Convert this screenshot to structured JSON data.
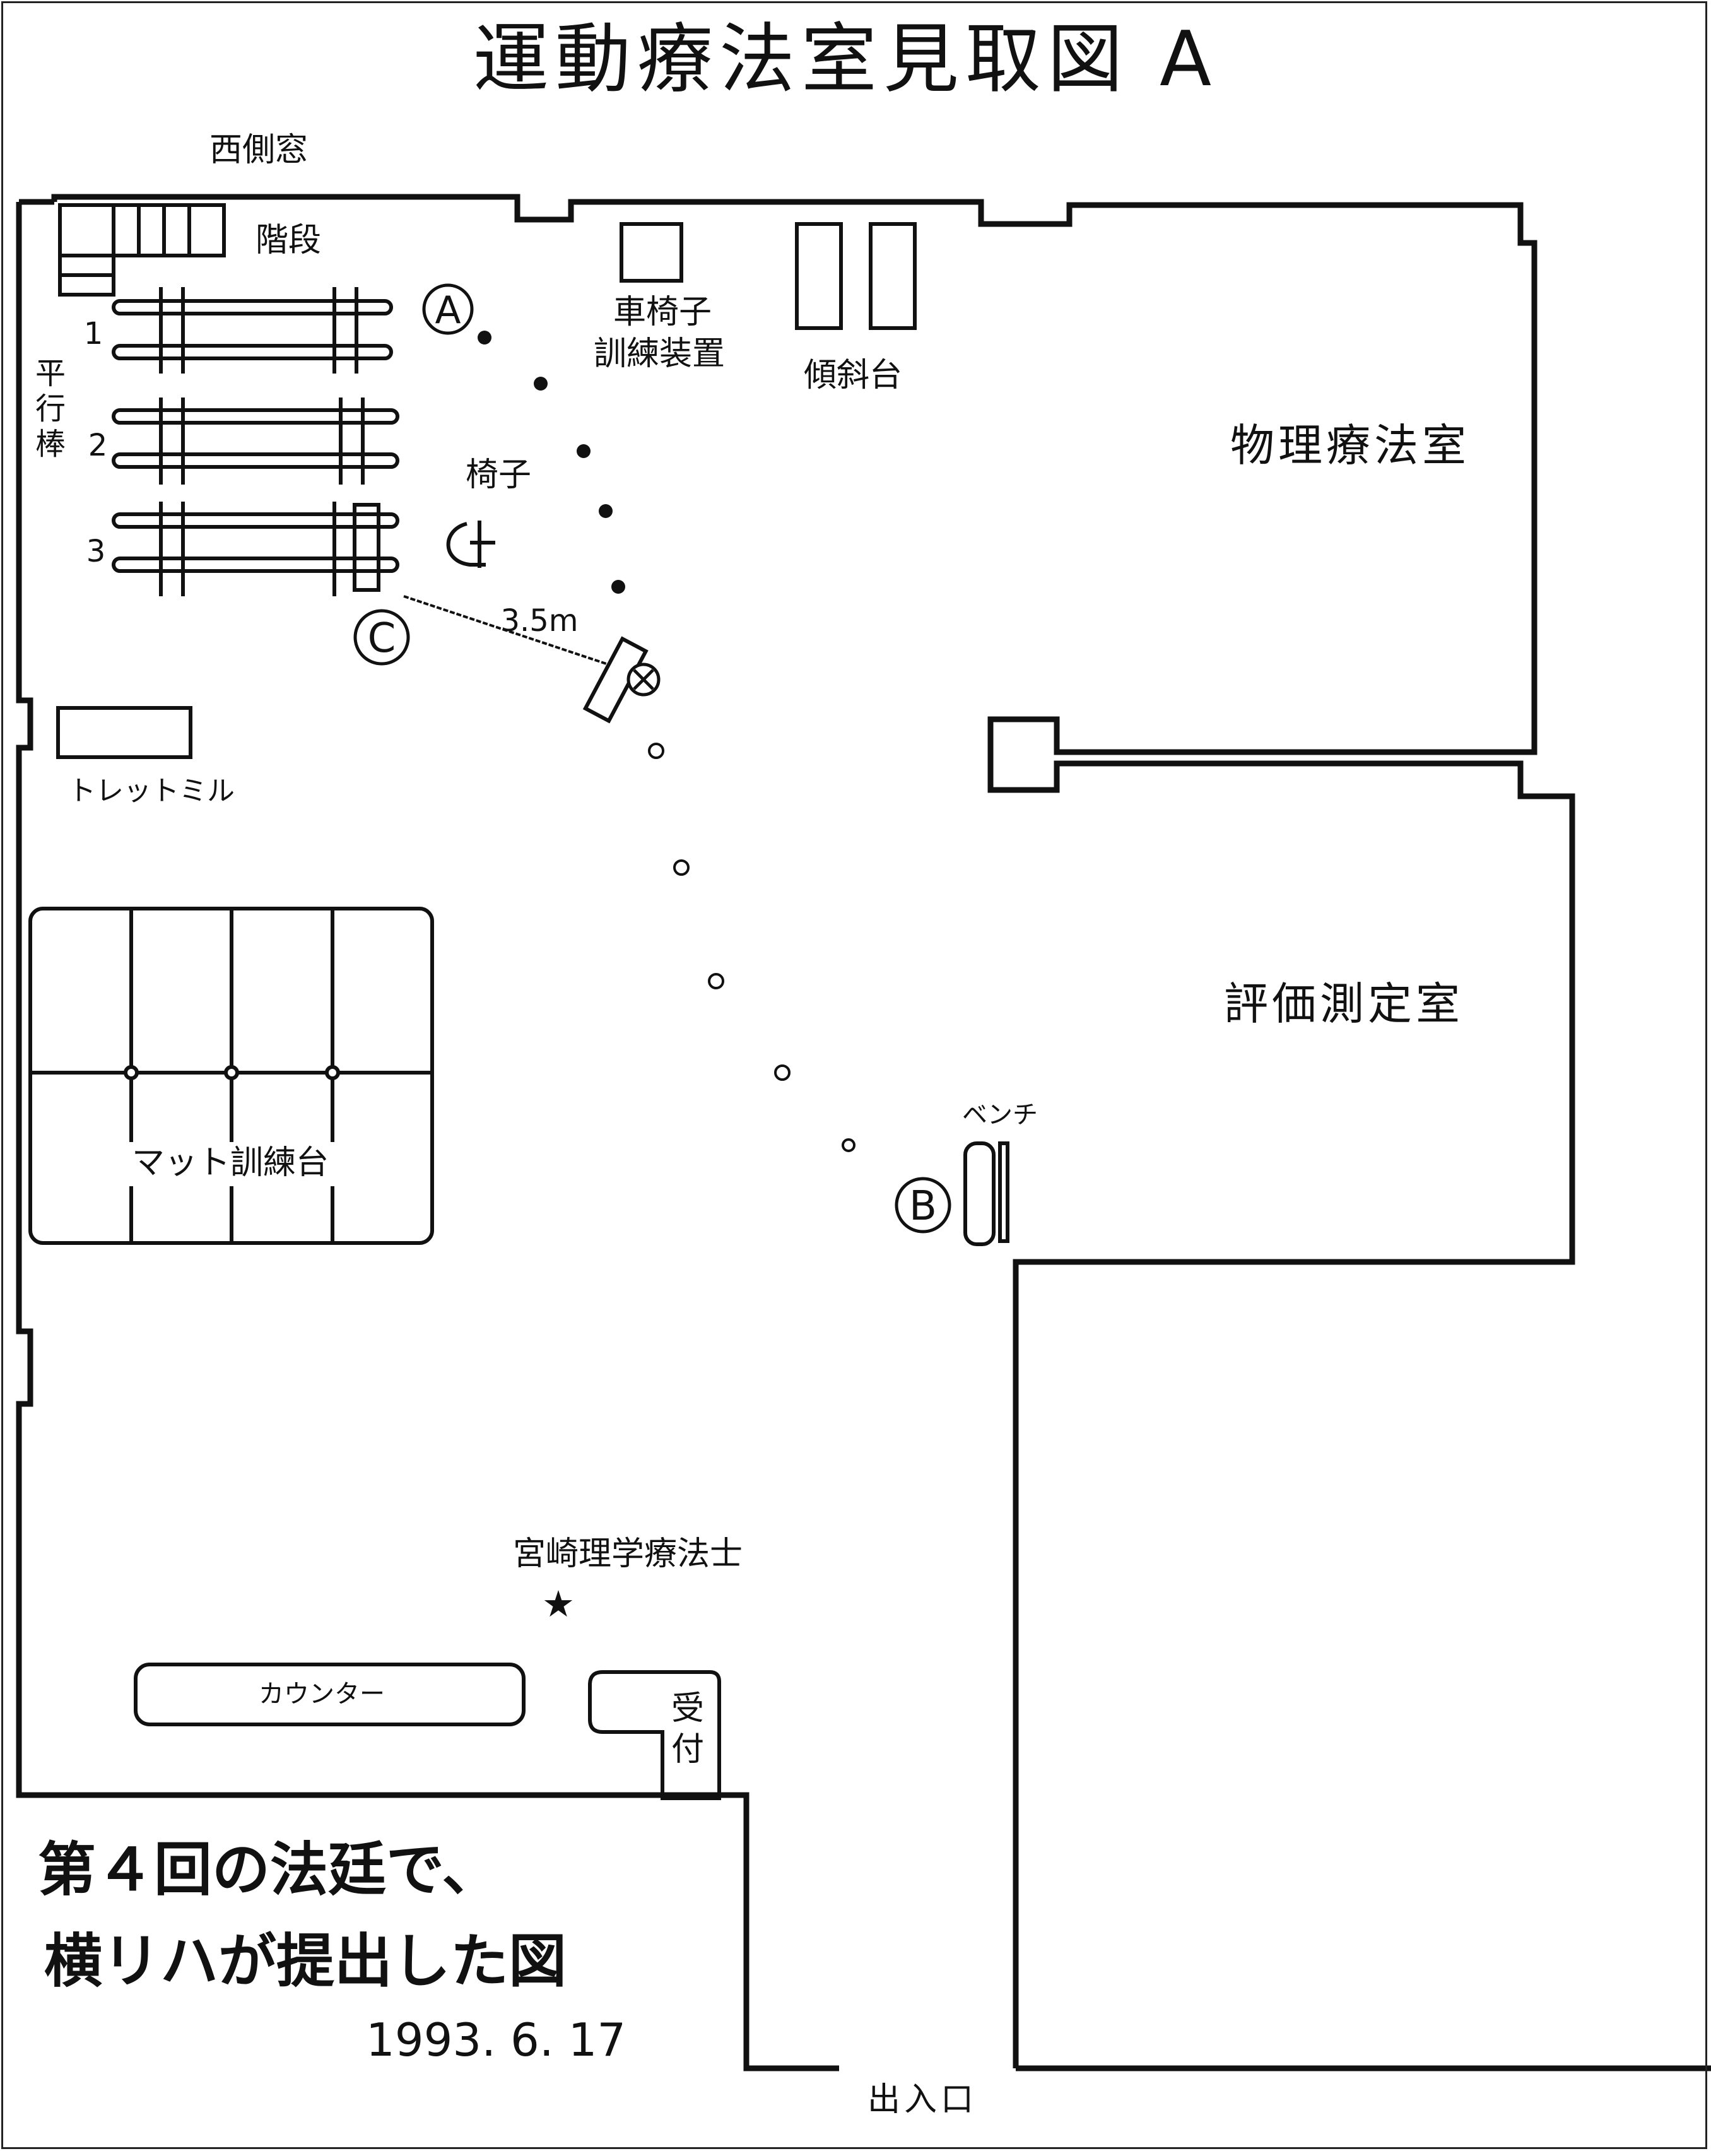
{
  "title": "運動療法室見取図 A",
  "labels": {
    "west_window": "西側窓",
    "stairs": "階段",
    "parallel_bars": "平行棒",
    "bar_numbers": [
      "1",
      "2",
      "3"
    ],
    "wheelchair_trainer": "車椅子訓練装置",
    "tilt_table": "傾斜台",
    "chair": "椅子",
    "distance": "3.5m",
    "treadmill": "トレットミル",
    "mat_table": "マット訓練台",
    "pt_room": "物理療法室",
    "eval_room": "評価測定室",
    "bench": "ベンチ",
    "therapist": "宮崎理学療法士",
    "counter": "カウンター",
    "reception": "受付",
    "entrance": "出入口"
  },
  "markers": {
    "a": "A",
    "b": "B",
    "c": "C"
  },
  "caption": {
    "line1": "第４回の法廷で、",
    "line2": "横リハが提出した図",
    "date": "1993. 6. 17"
  }
}
